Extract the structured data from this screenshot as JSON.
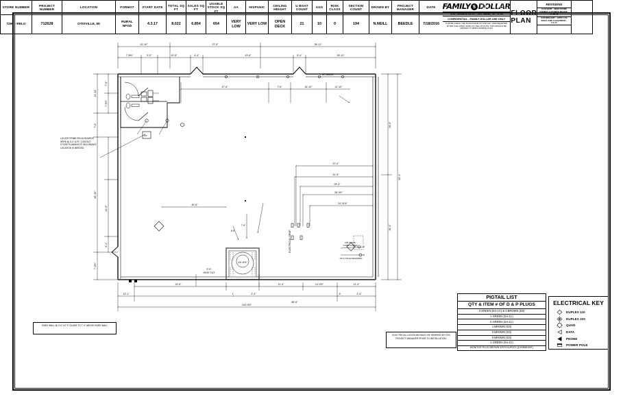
{
  "sheet": {
    "drawing_type": "FLOOR PLAN",
    "title": "FLOOR PLAN"
  },
  "titleblock": {
    "columns": [
      {
        "header": "STORE NUMBER",
        "value": "7290 - RELO",
        "width": 46
      },
      {
        "header": "PROJECT NUMBER",
        "value": "712628",
        "width": 44
      },
      {
        "header": "LOCATION",
        "value": "OTISVILLE, MI",
        "width": 78
      },
      {
        "header": "FORMAT",
        "value": "RURAL NFGD",
        "width": 34
      },
      {
        "header": "START DATE",
        "value": "4.3.17",
        "width": 40
      },
      {
        "header": "TOTAL SQ FT",
        "value": "8,022",
        "width": 29
      },
      {
        "header": "SALES SQ FT",
        "value": "6,854",
        "width": 29
      },
      {
        "header": "USABLE STOCK SQ FT",
        "value": "654",
        "width": 30
      },
      {
        "header": "AA",
        "value": "VERY LOW",
        "width": 28
      },
      {
        "header": "HISPANIC",
        "value": "VERY LOW",
        "width": 33
      },
      {
        "header": "CEILING HEIGHT",
        "value": "OPEN DECK",
        "width": 34
      },
      {
        "header": "U BOAT COUNT",
        "value": "21",
        "width": 30
      },
      {
        "header": "AGS",
        "value": "10",
        "width": 21
      },
      {
        "header": "RISK CLASS",
        "value": "0",
        "width": 24
      },
      {
        "header": "SECTION COUNT",
        "value": "194",
        "width": 38
      },
      {
        "header": "DRAWN BY",
        "value": "N.NEILL",
        "width": 33
      },
      {
        "header": "PROJECT MANAGER",
        "value": "BEEDLE",
        "width": 40
      },
      {
        "header": "DATE",
        "value": "7/18/2016",
        "width": 34
      }
    ],
    "logo": {
      "family_text": "FAMILY",
      "badge_text": "$",
      "dollar_text": "DOLLAR",
      "address": "10401 MONROE ROAD   •   MATTHEWS, NC 28105",
      "confidential": "CONFIDENTIAL - FAMILY DOLLAR USE ONLY",
      "note": "PLEASE CHECK THE PLANOGRAM KIT FOR ANY ITEM RECEIVED AFTER THE LATEST DATE ON THE LAYOUTS, THIS SHOULD BE APPLIED TO MERCHANDISE PLAN."
    },
    "revisions": {
      "header": "REVISIONS",
      "rows": [
        "S.COVERT - NEW STORE FORMAT & POWER MOVES - 12.06.16",
        "E.BURKHART - APPLY AS BUILT AND CAGE/NDAR - 3.3.17",
        ""
      ]
    }
  },
  "pigtail_list": {
    "title": "PIGTAIL LIST",
    "subtitle": "QTY & ITEM # OF D & P PLUGS",
    "rows": [
      "3 GREEN (D4-1C) & 3 BROWN (D3)",
      "1 GREEN (D4-1C)",
      "0 GREEN (D4-1C)",
      "1 BROWN (D3)",
      "0 BROWN (D3)",
      "0 BROWN (D3)",
      "1 GREEN (D4-1C)",
      "MONITOR PLUG BROWN WITH DUPLEX (D20NMD54T)"
    ]
  },
  "electrical_key": {
    "title": "ELECTRICAL KEY",
    "items": [
      {
        "label": "DUPLEX 110",
        "icon": "duplex-110-icon"
      },
      {
        "label": "DUPLEX 220",
        "icon": "duplex-220-icon"
      },
      {
        "label": "QUAD",
        "icon": "quad-icon"
      },
      {
        "label": "DATA",
        "icon": "data-icon"
      },
      {
        "label": "PHONE",
        "icon": "phone-icon"
      },
      {
        "label": "POWER POLE",
        "icon": "power-pole-icon"
      }
    ]
  },
  "notes": {
    "electrical_verify": "ELECTRICAL LOCATIONS MUST BE VERIFIED BY FDS PROJECT MANAGER PRIOR TO INSTALLATION.",
    "knee_wall": "KNEE WALL @ 3'-0\" A.F.F. GLASS TO 7'-0\" ABOVE KNEE WALL",
    "relay_boards": "LOCATE PRIME RELAY BOARDS HERE @ 3'-0\" A.F.F.  CONTACT STORE PLANNING IF SECONDARY LOCATION IS NEEDED.",
    "high_tilt": "9'-5\" HIGH TILT",
    "electrical_drop": "ELECTRICAL DROP",
    "air_vision": "AIR VISION GAME POWER",
    "no_p_pole": "NO P POLE REQUIRED",
    "adjustable": "40\" ADJUSTABLE"
  },
  "dimensions": {
    "top_tier1": [
      "13'-10\"",
      "37'-9\"",
      "36'-11\""
    ],
    "top_tier2": [
      "7'-8½\"",
      "5'-0\"",
      "10'-5\"",
      "4'-4\"",
      "43'-6\"",
      "5'-4\"",
      "26'-11\""
    ],
    "left_tier_outer": [
      "14'-11\"",
      "7'-0\"",
      "65'-10\"",
      "7'-6½\""
    ],
    "left_tier_inner": [
      "7'-6\"",
      "7'-5½\"",
      "44'-9\"",
      "6'-4\"",
      "7'-5½\""
    ],
    "right_tier": [
      "36'-5\"",
      "36'-3\"",
      "82'-4\""
    ],
    "interior_right": [
      "37'-0\"",
      "31'-9\"",
      "29'-3\"",
      "28'-4½\"",
      "24'-11½\""
    ],
    "bottom_tier1": [
      "15'-5\"",
      "11'-4\"",
      "14'-0½\"",
      "11'-4\"",
      "4'-8\""
    ],
    "bottom_tier2": [
      "13'-1\"",
      "1'",
      "2'-4\"",
      "6'",
      "86'-6\"",
      "6'",
      "2'-4\""
    ],
    "bottom_total": "104'-5½\"",
    "interior_mid": [
      "47'-5\"",
      "7'-6\"",
      "16'-10\"",
      "12'-10\""
    ],
    "interior_left": [
      "40'-6\"",
      "11'-4\"",
      "9'-5\""
    ],
    "misc": [
      "4'-5\"",
      "3'-0\"",
      "5'-0\"",
      "1'-0\"",
      "15'-0½\"",
      "40\" DBLDR",
      "7'-6\"",
      "6'-9\"",
      "11'-6½\"",
      "7'-4\"",
      "6'-10\"",
      "15'-2\""
    ]
  }
}
